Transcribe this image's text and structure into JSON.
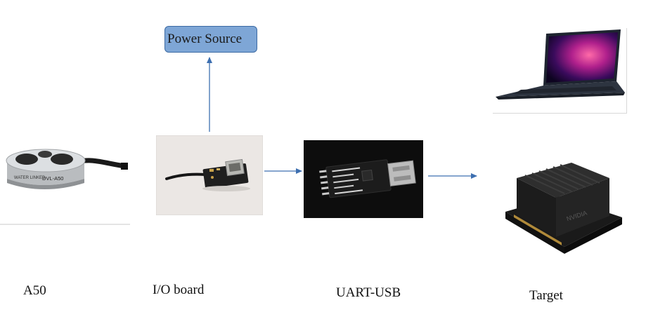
{
  "nodes": {
    "power_source": "Power Source",
    "a50": "A50",
    "io_board": "I/O board",
    "uart_usb": "UART-USB",
    "target": "Target"
  },
  "device_text": {
    "dvl_model": "DVL-A50",
    "brand": "WATER LINKED",
    "nvidia": "NVIDIA"
  },
  "colors": {
    "box_fill": "#7ea6d6",
    "box_border": "#3b6aa3",
    "arrow": "#3d6fb0"
  }
}
